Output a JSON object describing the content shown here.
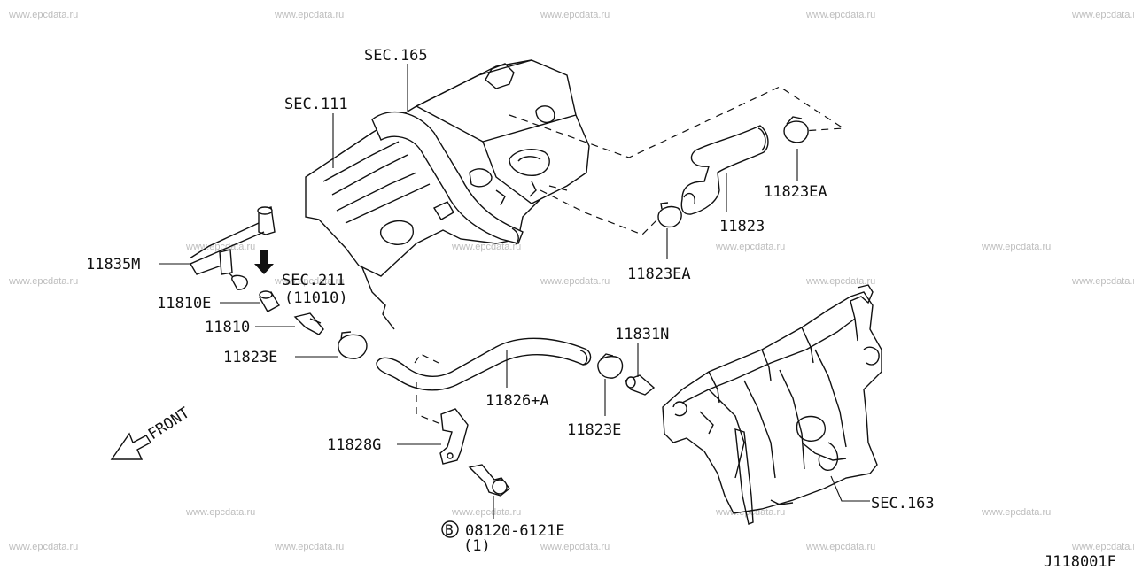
{
  "watermark": "www.epcdata.ru",
  "labels": {
    "sec165": "SEC.165",
    "sec111": "SEC.111",
    "sec211": "SEC.211",
    "sec211_sub": "(11010)",
    "p11835M": "11835M",
    "p11810E": "11810E",
    "p11810": "11810",
    "p11823E_left": "11823E",
    "p11823EA_top": "11823EA",
    "p11823": "11823",
    "p11823EA_mid": "11823EA",
    "p11831N": "11831N",
    "p11826A": "11826+A",
    "p11823E_right": "11823E",
    "p11828G": "11828G",
    "bolt_symbol": "B",
    "bolt_no": "08120-6121E",
    "bolt_qty": "(1)",
    "sec163": "SEC.163",
    "front": "FRONT",
    "diagram_id": "J118001F"
  }
}
